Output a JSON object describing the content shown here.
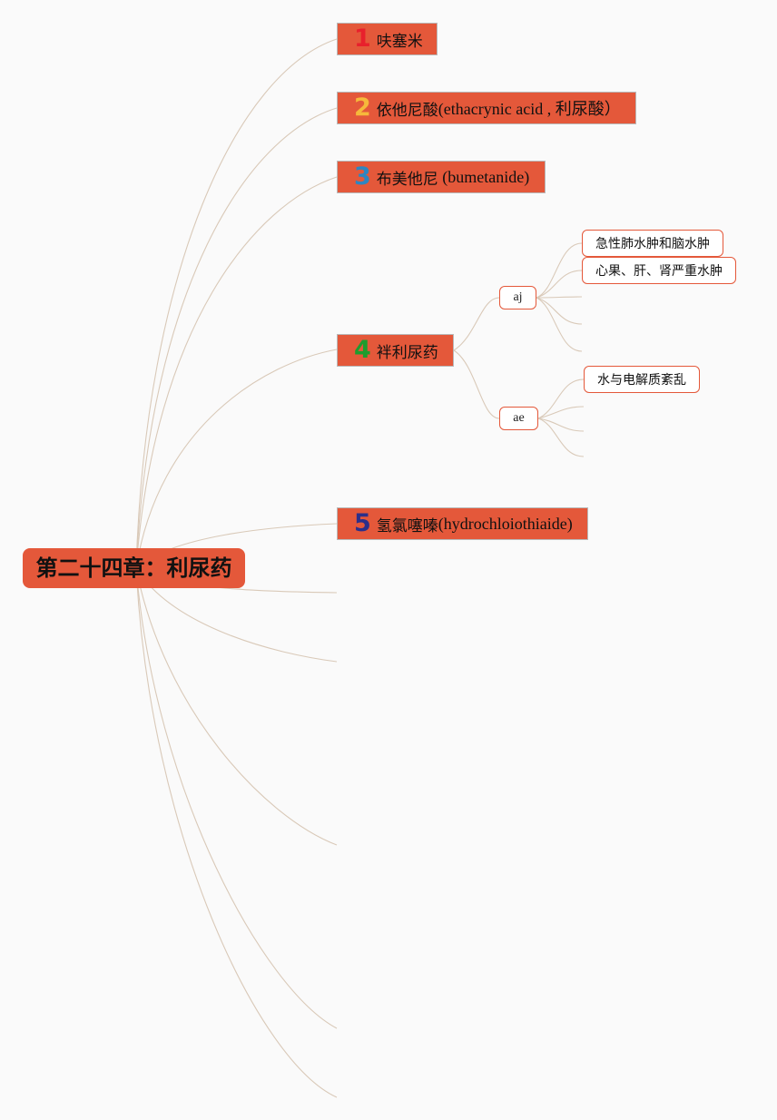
{
  "root": {
    "label": "第二十四章：利尿药"
  },
  "topics": [
    {
      "num": "1",
      "num_color": "#e8202c",
      "label_cjk": "呋塞米",
      "label_latin": ""
    },
    {
      "num": "2",
      "num_color": "#f6b93b",
      "label_cjk": "依他尼酸",
      "label_latin": "(ethacrynic acid , 利尿酸）"
    },
    {
      "num": "3",
      "num_color": "#2e86c1",
      "label_cjk": "布美他尼",
      "label_latin": " (bumetanide)"
    },
    {
      "num": "4",
      "num_color": "#1e9c2e",
      "label_cjk": "袢利尿药",
      "label_latin": ""
    },
    {
      "num": "5",
      "num_color": "#2c2f8a",
      "label_cjk": "氢氯噻嗪",
      "label_latin": "(hydrochloiothiaide)"
    }
  ],
  "subtopics": [
    {
      "label": "aj"
    },
    {
      "label": "ae"
    }
  ],
  "leaves": [
    {
      "label": "急性肺水肿和脑水肿"
    },
    {
      "label": "心果、肝、肾严重水肿"
    },
    {
      "label": "水与电解质紊乱"
    }
  ],
  "colors": {
    "node": "#e4583a",
    "link": "#d9c9b8"
  }
}
